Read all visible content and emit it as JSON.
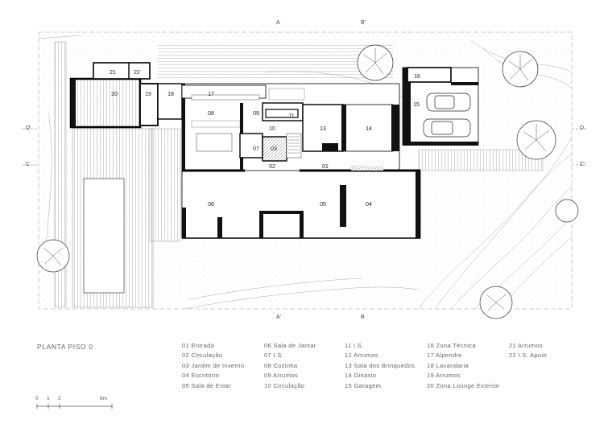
{
  "drawing": {
    "title": "PLANTA PISO 0",
    "section_marks": {
      "a_top": "A",
      "b_top": "B'",
      "a_bottom": "A'",
      "b_bottom": "B",
      "d_left": "D'",
      "c_left": "C",
      "d_right": "D",
      "c_right": "C'"
    },
    "room_numbers": [
      "01",
      "02",
      "03",
      "04",
      "05",
      "06",
      "07",
      "08",
      "09",
      "10",
      "11",
      "13",
      "14",
      "15",
      "16",
      "17",
      "18",
      "19",
      "20",
      "21",
      "22"
    ],
    "scale_bar": [
      "0",
      "1",
      "2",
      "6m"
    ]
  },
  "legend": {
    "col1": [
      "01 Entrada",
      "02 Circulação",
      "03 Jardim de Inverno",
      "04 Escritório",
      "05 Sala de Estar"
    ],
    "col2": [
      "06 Sala de Jantar",
      "07 I.S.",
      "08 Cozinha",
      "09 Arrumos",
      "10 Circulação"
    ],
    "col3": [
      "11 I.S.",
      "12 Arrumos",
      "13 Sala dos Brinquedos",
      "14 Ginásio",
      "15 Garagem"
    ],
    "col4": [
      "16 Zona Técnica",
      "17 Alpendre",
      "18 Lavandaria",
      "19 Arrumos",
      "20 Zona Lounge Exterior"
    ],
    "col5": [
      "21 Arrumos",
      "22 I.S. Apoio"
    ]
  }
}
